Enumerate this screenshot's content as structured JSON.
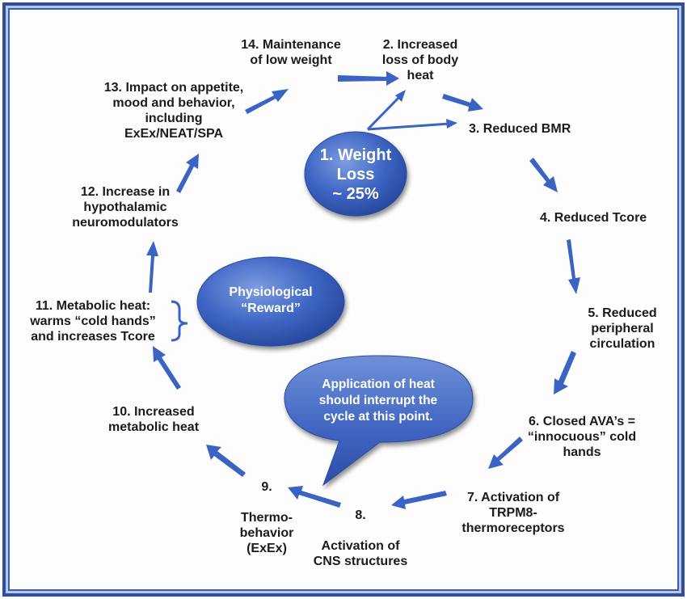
{
  "steps": {
    "s1": "1. Weight\nLoss\n~ 25%",
    "s2": "2. Increased\nloss of body\nheat",
    "s3": "3. Reduced BMR",
    "s4": "4. Reduced Tcore",
    "s5": "5. Reduced\nperipheral\ncirculation",
    "s6": "6. Closed AVA’s =\n“innocuous” cold\nhands",
    "s7": "7. Activation of\nTRPM8-\nthermoreceptors",
    "s8": "8.\n\nActivation of\nCNS structures",
    "s9": "9.\n\nThermo-\nbehavior\n(ExEx)",
    "s10": "10. Increased\nmetabolic heat",
    "s11": "11. Metabolic heat:\nwarms “cold hands”\nand increases Tcore",
    "s12": "12. Increase in\nhypothalamic\nneuromodulators",
    "s13": "13. Impact on appetite,\nmood and behavior,\nincluding\nExEx/NEAT/SPA",
    "s14": "14. Maintenance\nof low weight"
  },
  "reward_label": "Physiological\n“Reward”",
  "callout_label": "Application of heat\nshould interrupt the\ncycle at this point.",
  "colors": {
    "arrow": "#3a63c4",
    "bubble": "#3c62c0",
    "frame": "#2f4f9e"
  }
}
